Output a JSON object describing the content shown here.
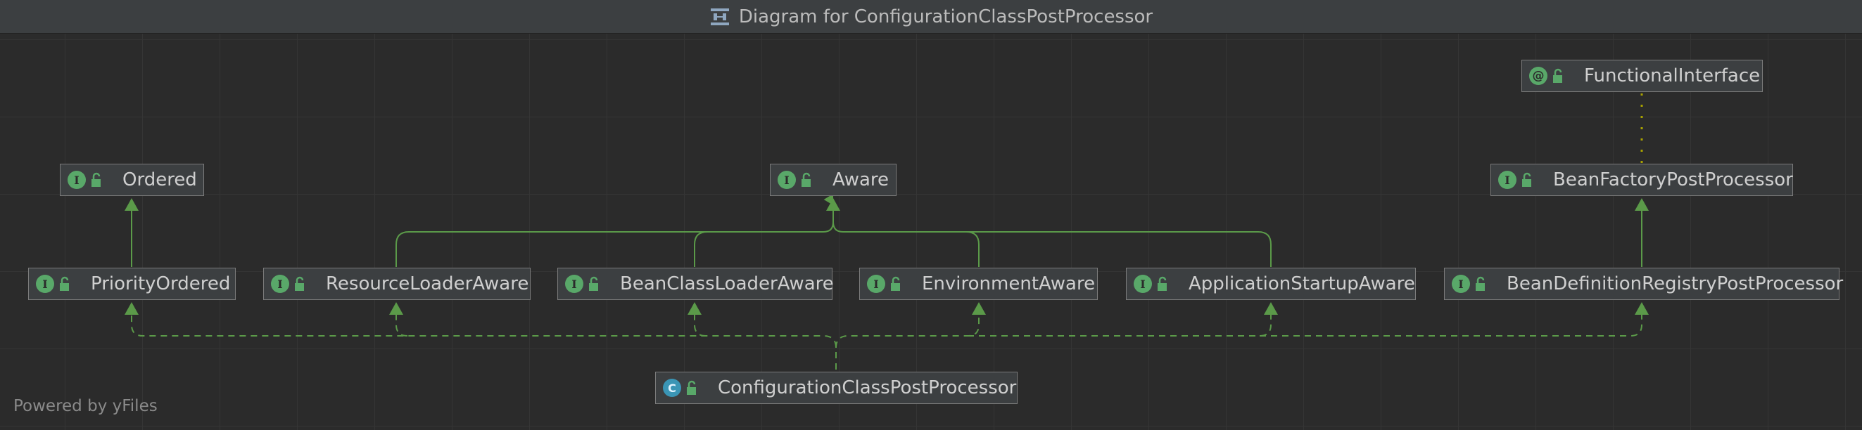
{
  "window": {
    "title": "Diagram for ConfigurationClassPostProcessor"
  },
  "nodes": {
    "functional_interface": {
      "label": "FunctionalInterface",
      "kind": "annotation",
      "badge": "@"
    },
    "ordered": {
      "label": "Ordered",
      "kind": "interface",
      "badge": "I"
    },
    "aware": {
      "label": "Aware",
      "kind": "interface",
      "badge": "I"
    },
    "bean_factory_post_processor": {
      "label": "BeanFactoryPostProcessor",
      "kind": "interface",
      "badge": "I"
    },
    "priority_ordered": {
      "label": "PriorityOrdered",
      "kind": "interface",
      "badge": "I"
    },
    "resource_loader_aware": {
      "label": "ResourceLoaderAware",
      "kind": "interface",
      "badge": "I"
    },
    "bean_class_loader_aware": {
      "label": "BeanClassLoaderAware",
      "kind": "interface",
      "badge": "I"
    },
    "environment_aware": {
      "label": "EnvironmentAware",
      "kind": "interface",
      "badge": "I"
    },
    "application_startup_aware": {
      "label": "ApplicationStartupAware",
      "kind": "interface",
      "badge": "I"
    },
    "bean_definition_registry_post_processor": {
      "label": "BeanDefinitionRegistryPostProcessor",
      "kind": "interface",
      "badge": "I"
    },
    "configuration_class_post_processor": {
      "label": "ConfigurationClassPostProcessor",
      "kind": "class",
      "badge": "C"
    }
  },
  "edges": [
    {
      "from": "priority_ordered",
      "to": "ordered",
      "type": "extends"
    },
    {
      "from": "resource_loader_aware",
      "to": "aware",
      "type": "extends"
    },
    {
      "from": "bean_class_loader_aware",
      "to": "aware",
      "type": "extends"
    },
    {
      "from": "environment_aware",
      "to": "aware",
      "type": "extends"
    },
    {
      "from": "application_startup_aware",
      "to": "aware",
      "type": "extends"
    },
    {
      "from": "bean_definition_registry_post_processor",
      "to": "bean_factory_post_processor",
      "type": "extends"
    },
    {
      "from": "bean_factory_post_processor",
      "to": "functional_interface",
      "type": "annotated"
    },
    {
      "from": "configuration_class_post_processor",
      "to": "priority_ordered",
      "type": "implements"
    },
    {
      "from": "configuration_class_post_processor",
      "to": "resource_loader_aware",
      "type": "implements"
    },
    {
      "from": "configuration_class_post_processor",
      "to": "bean_class_loader_aware",
      "type": "implements"
    },
    {
      "from": "configuration_class_post_processor",
      "to": "environment_aware",
      "type": "implements"
    },
    {
      "from": "configuration_class_post_processor",
      "to": "application_startup_aware",
      "type": "implements"
    },
    {
      "from": "configuration_class_post_processor",
      "to": "bean_definition_registry_post_processor",
      "type": "implements"
    }
  ],
  "footer": {
    "text": "Powered by yFiles"
  },
  "colors": {
    "edge": "#5b9a49",
    "annotation_edge": "#a8a200",
    "interface_badge": "#59a869",
    "class_badge": "#3a95b5",
    "node_bg": "#3c3f41",
    "canvas_bg": "#2b2b2b"
  },
  "icons": {
    "title": "diagram-icon",
    "lock": "unlock-icon"
  }
}
